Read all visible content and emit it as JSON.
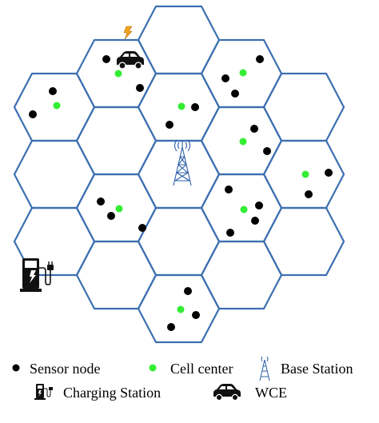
{
  "legend": {
    "sensor_node": "Sensor node",
    "cell_center": "Cell center",
    "base_station": "Base Station",
    "charging_station": "Charging Station",
    "wce": "WCE"
  },
  "icons": {
    "base_station": "radio-tower-icon",
    "charging_station": "ev-charger-icon",
    "wce": "car-icon",
    "energy": "lightning-bolt-icon"
  },
  "colors": {
    "cell_border": "#3c6fb0",
    "sensor_node": "#000000",
    "cell_center": "#33ee33",
    "charging_bolt": "#f2a31b"
  }
}
